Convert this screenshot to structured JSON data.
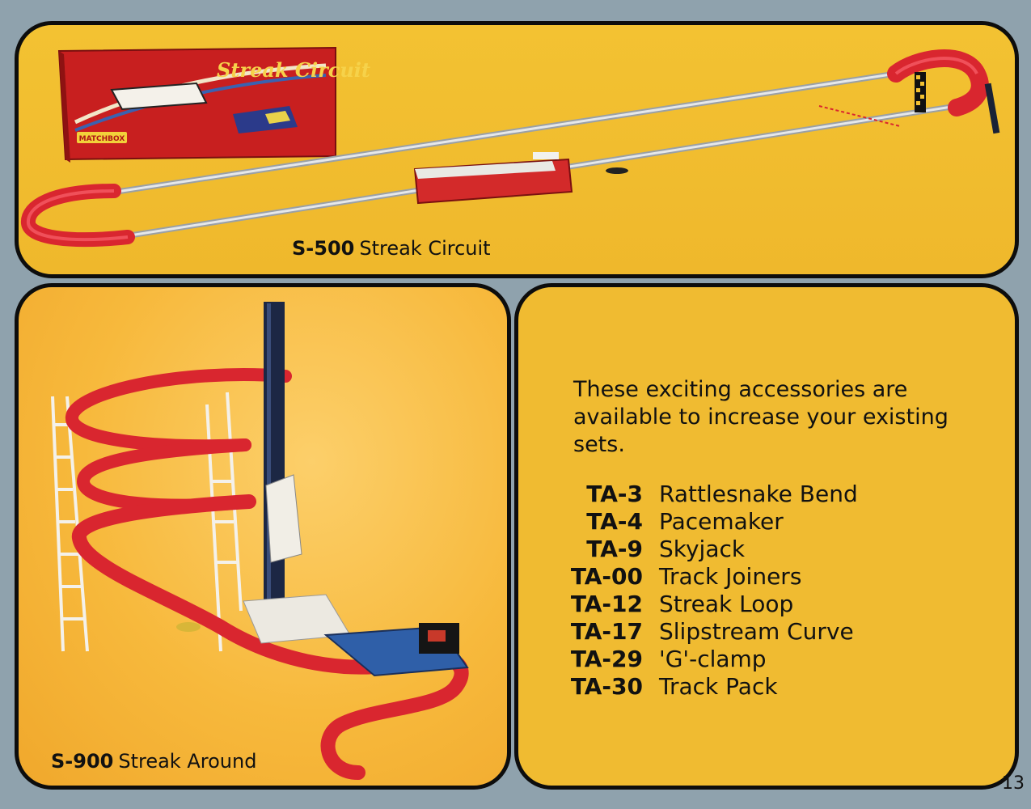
{
  "top_product": {
    "code": "S-500",
    "name": "Streak Circuit",
    "box_title": "Streak Circuit",
    "box_brand": "MATCHBOX"
  },
  "left_product": {
    "code": "S-900",
    "name": "Streak Around"
  },
  "accessories": {
    "intro": "These exciting accessories are available to increase your existing sets.",
    "items": [
      {
        "code": "TA-3",
        "name": "Rattlesnake Bend"
      },
      {
        "code": "TA-4",
        "name": "Pacemaker"
      },
      {
        "code": "TA-9",
        "name": "Skyjack"
      },
      {
        "code": "TA-00",
        "name": "Track Joiners"
      },
      {
        "code": "TA-12",
        "name": "Streak Loop"
      },
      {
        "code": "TA-17",
        "name": "Slipstream Curve"
      },
      {
        "code": "TA-29",
        "name": "'G'-clamp"
      },
      {
        "code": "TA-30",
        "name": "Track Pack"
      }
    ]
  },
  "page_number": "13",
  "colors": {
    "page_background": "#8fa2ad",
    "panel_yellow": "#f0bb31",
    "track_red": "#d9262f",
    "panel_border": "#0d0d0d"
  }
}
